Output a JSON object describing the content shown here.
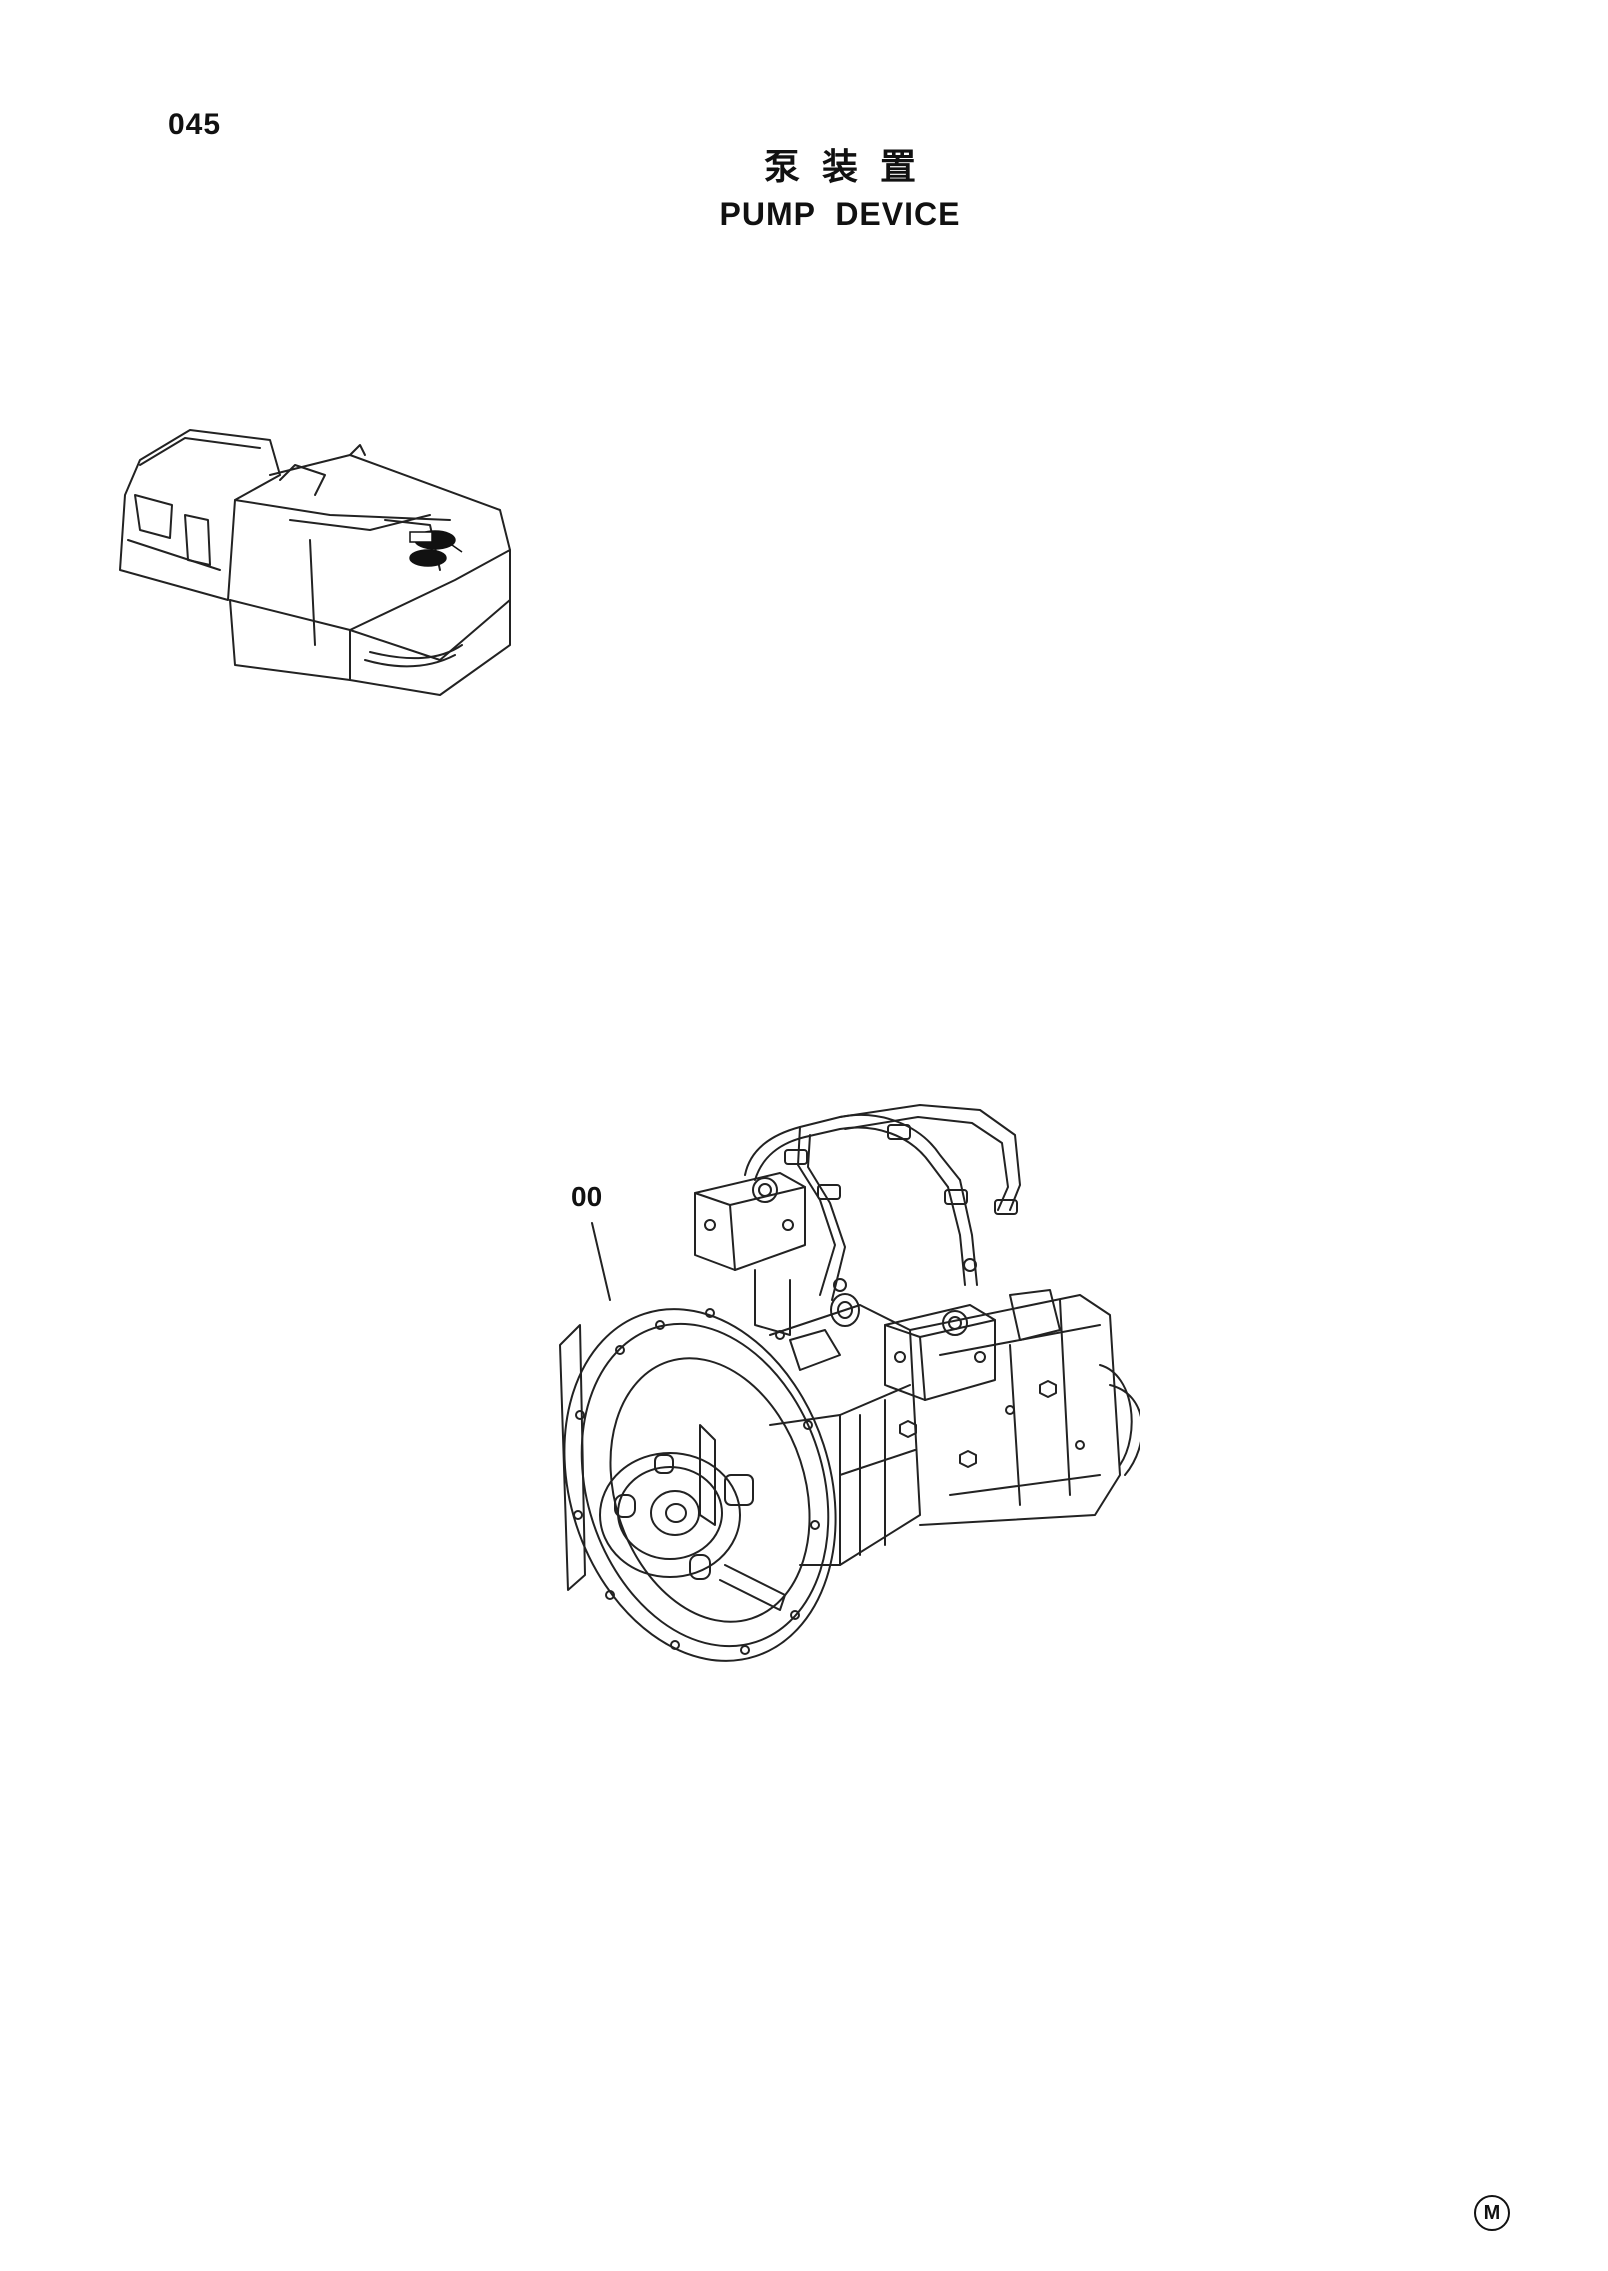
{
  "page": {
    "number": "045",
    "title_cn": "泵装置",
    "title_en": "PUMP DEVICE"
  },
  "diagram": {
    "callouts": [
      {
        "label": "00"
      }
    ]
  },
  "footer": {
    "mark": "M"
  }
}
